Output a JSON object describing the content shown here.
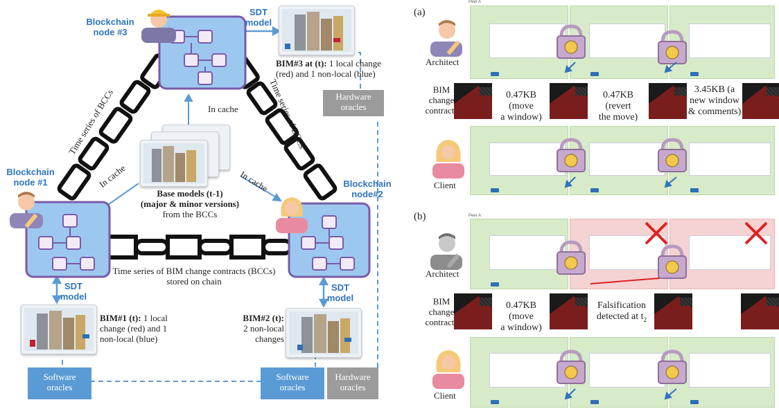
{
  "left": {
    "node3": {
      "title_line1": "Blockchain",
      "title_line2": "node #3"
    },
    "node1": {
      "title_line1": "Blockchain",
      "title_line2": "node #1"
    },
    "node2": {
      "title_line1": "Blockchain",
      "title_line2": "node#2"
    },
    "sdt_top": {
      "line1": "SDT",
      "line2": "model"
    },
    "sdt_left": {
      "line1": "SDT",
      "line2": "model"
    },
    "sdt_right": {
      "line1": "SDT",
      "line2": "model"
    },
    "bim3": {
      "bold": "BIM#3 at (t):",
      "line1_rest": " 1 local change",
      "line2": "(red) and 1 non-local (blue)"
    },
    "bim1": {
      "bold": "BIM#1 (t):",
      "line1_rest": " 1 local",
      "line2": "change (red) and 1",
      "line3": "non-local  (blue)"
    },
    "bim2": {
      "bold": "BIM#2 (t):",
      "line2": "2 non-local",
      "line3": "changes"
    },
    "in_cache_top": "In cache",
    "in_cache_left": "In cache",
    "in_cache_right": "In cache",
    "ts_left": "Time series of BCCs",
    "ts_right": "Time series of BCCs",
    "base_models": {
      "line1": "Base models (t-1)",
      "line2": "(major & minor versions)",
      "line3": "from the BCCs"
    },
    "bcc_caption": {
      "line1": "Time series of BIM change contracts (BCCs)",
      "line2": "stored on chain"
    },
    "hardware_oracles_top": {
      "line1": "Hardware",
      "line2": "oracles"
    },
    "software_oracles_left": {
      "line1": "Software",
      "line2": "oracles"
    },
    "software_oracles_right": {
      "line1": "Software",
      "line2": "oracles"
    },
    "hardware_oracles_right": {
      "line1": "Hardware",
      "line2": "oracles"
    }
  },
  "right": {
    "a": {
      "panel_label": "(a)",
      "peer_label": "Peer A",
      "architect": "Architect",
      "client": "Client",
      "bim_contracts": {
        "line1": "BIM",
        "line2": "change",
        "line3": "contracts"
      },
      "change1": {
        "line1": "0.47KB (move",
        "line2": "a window)"
      },
      "change2": {
        "line1": "0.47KB (revert",
        "line2": "the move)"
      },
      "change3": {
        "line1": "3.45KB (a",
        "line2": "new window",
        "line3": "& comments)"
      }
    },
    "b": {
      "panel_label": "(b)",
      "peer_label": "Peer A",
      "architect": "Architect",
      "client": "Client",
      "bim_contracts": {
        "line1": "BIM",
        "line2": "change",
        "line3": "contracts"
      },
      "change1": {
        "line1": "0.47KB (move",
        "line2": "a window)"
      },
      "falsification": {
        "line1": "Falsification",
        "line2": "detected at t",
        "sub": "2"
      }
    }
  },
  "colors": {
    "accent_blue": "#2f74c0",
    "chain_panel": "#d7ebc9",
    "tamper_panel": "#f5d3d3",
    "oracle_sw": "#5b9bd5",
    "oracle_hw": "#9b9b9b"
  }
}
